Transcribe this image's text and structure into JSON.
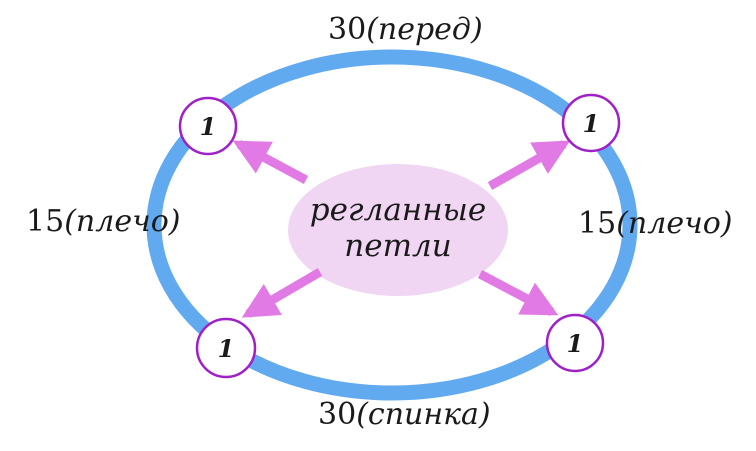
{
  "colors": {
    "ring": "#62aaf0",
    "node_stroke": "#a020c8",
    "center_fill": "#f0d6f3",
    "arrow": "#e27ae6"
  },
  "labels": {
    "top": {
      "count": "30",
      "part": "(перед)"
    },
    "left": {
      "count": "15",
      "part": "(плечо)"
    },
    "right": {
      "count": "15",
      "part": "(плечо)"
    },
    "bottom": {
      "count": "30",
      "part": "(спинка)"
    }
  },
  "center": {
    "line1": "регланные",
    "line2": "петли"
  },
  "nodes": {
    "top_left": "1",
    "top_right": "1",
    "bottom_left": "1",
    "bottom_right": "1"
  }
}
